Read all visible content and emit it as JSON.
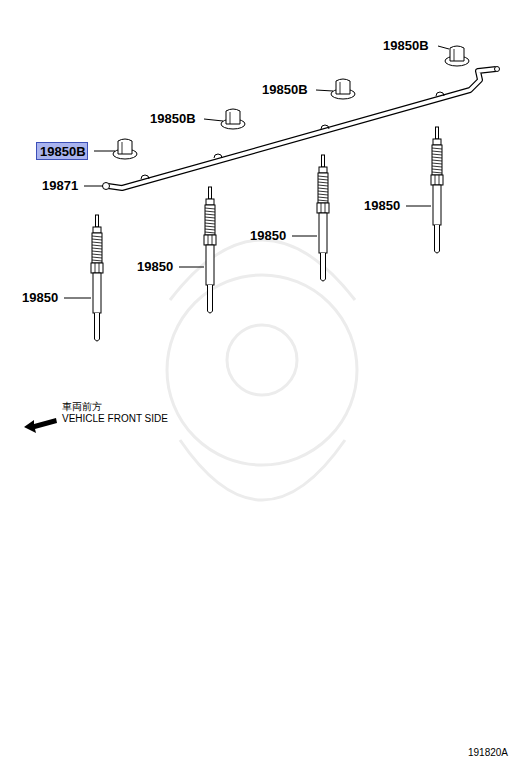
{
  "diagram": {
    "nodes": [
      {
        "text": [
          "19850B"
        ]
      }
    ],
    "labels": [
      "19850B",
      "19850B",
      "19850B",
      "19871",
      "19850",
      "19850",
      "19850",
      "19850",
      "車両前方",
      "VEHICLE FRONT SIDE",
      "191820A"
    ]
  }
}
